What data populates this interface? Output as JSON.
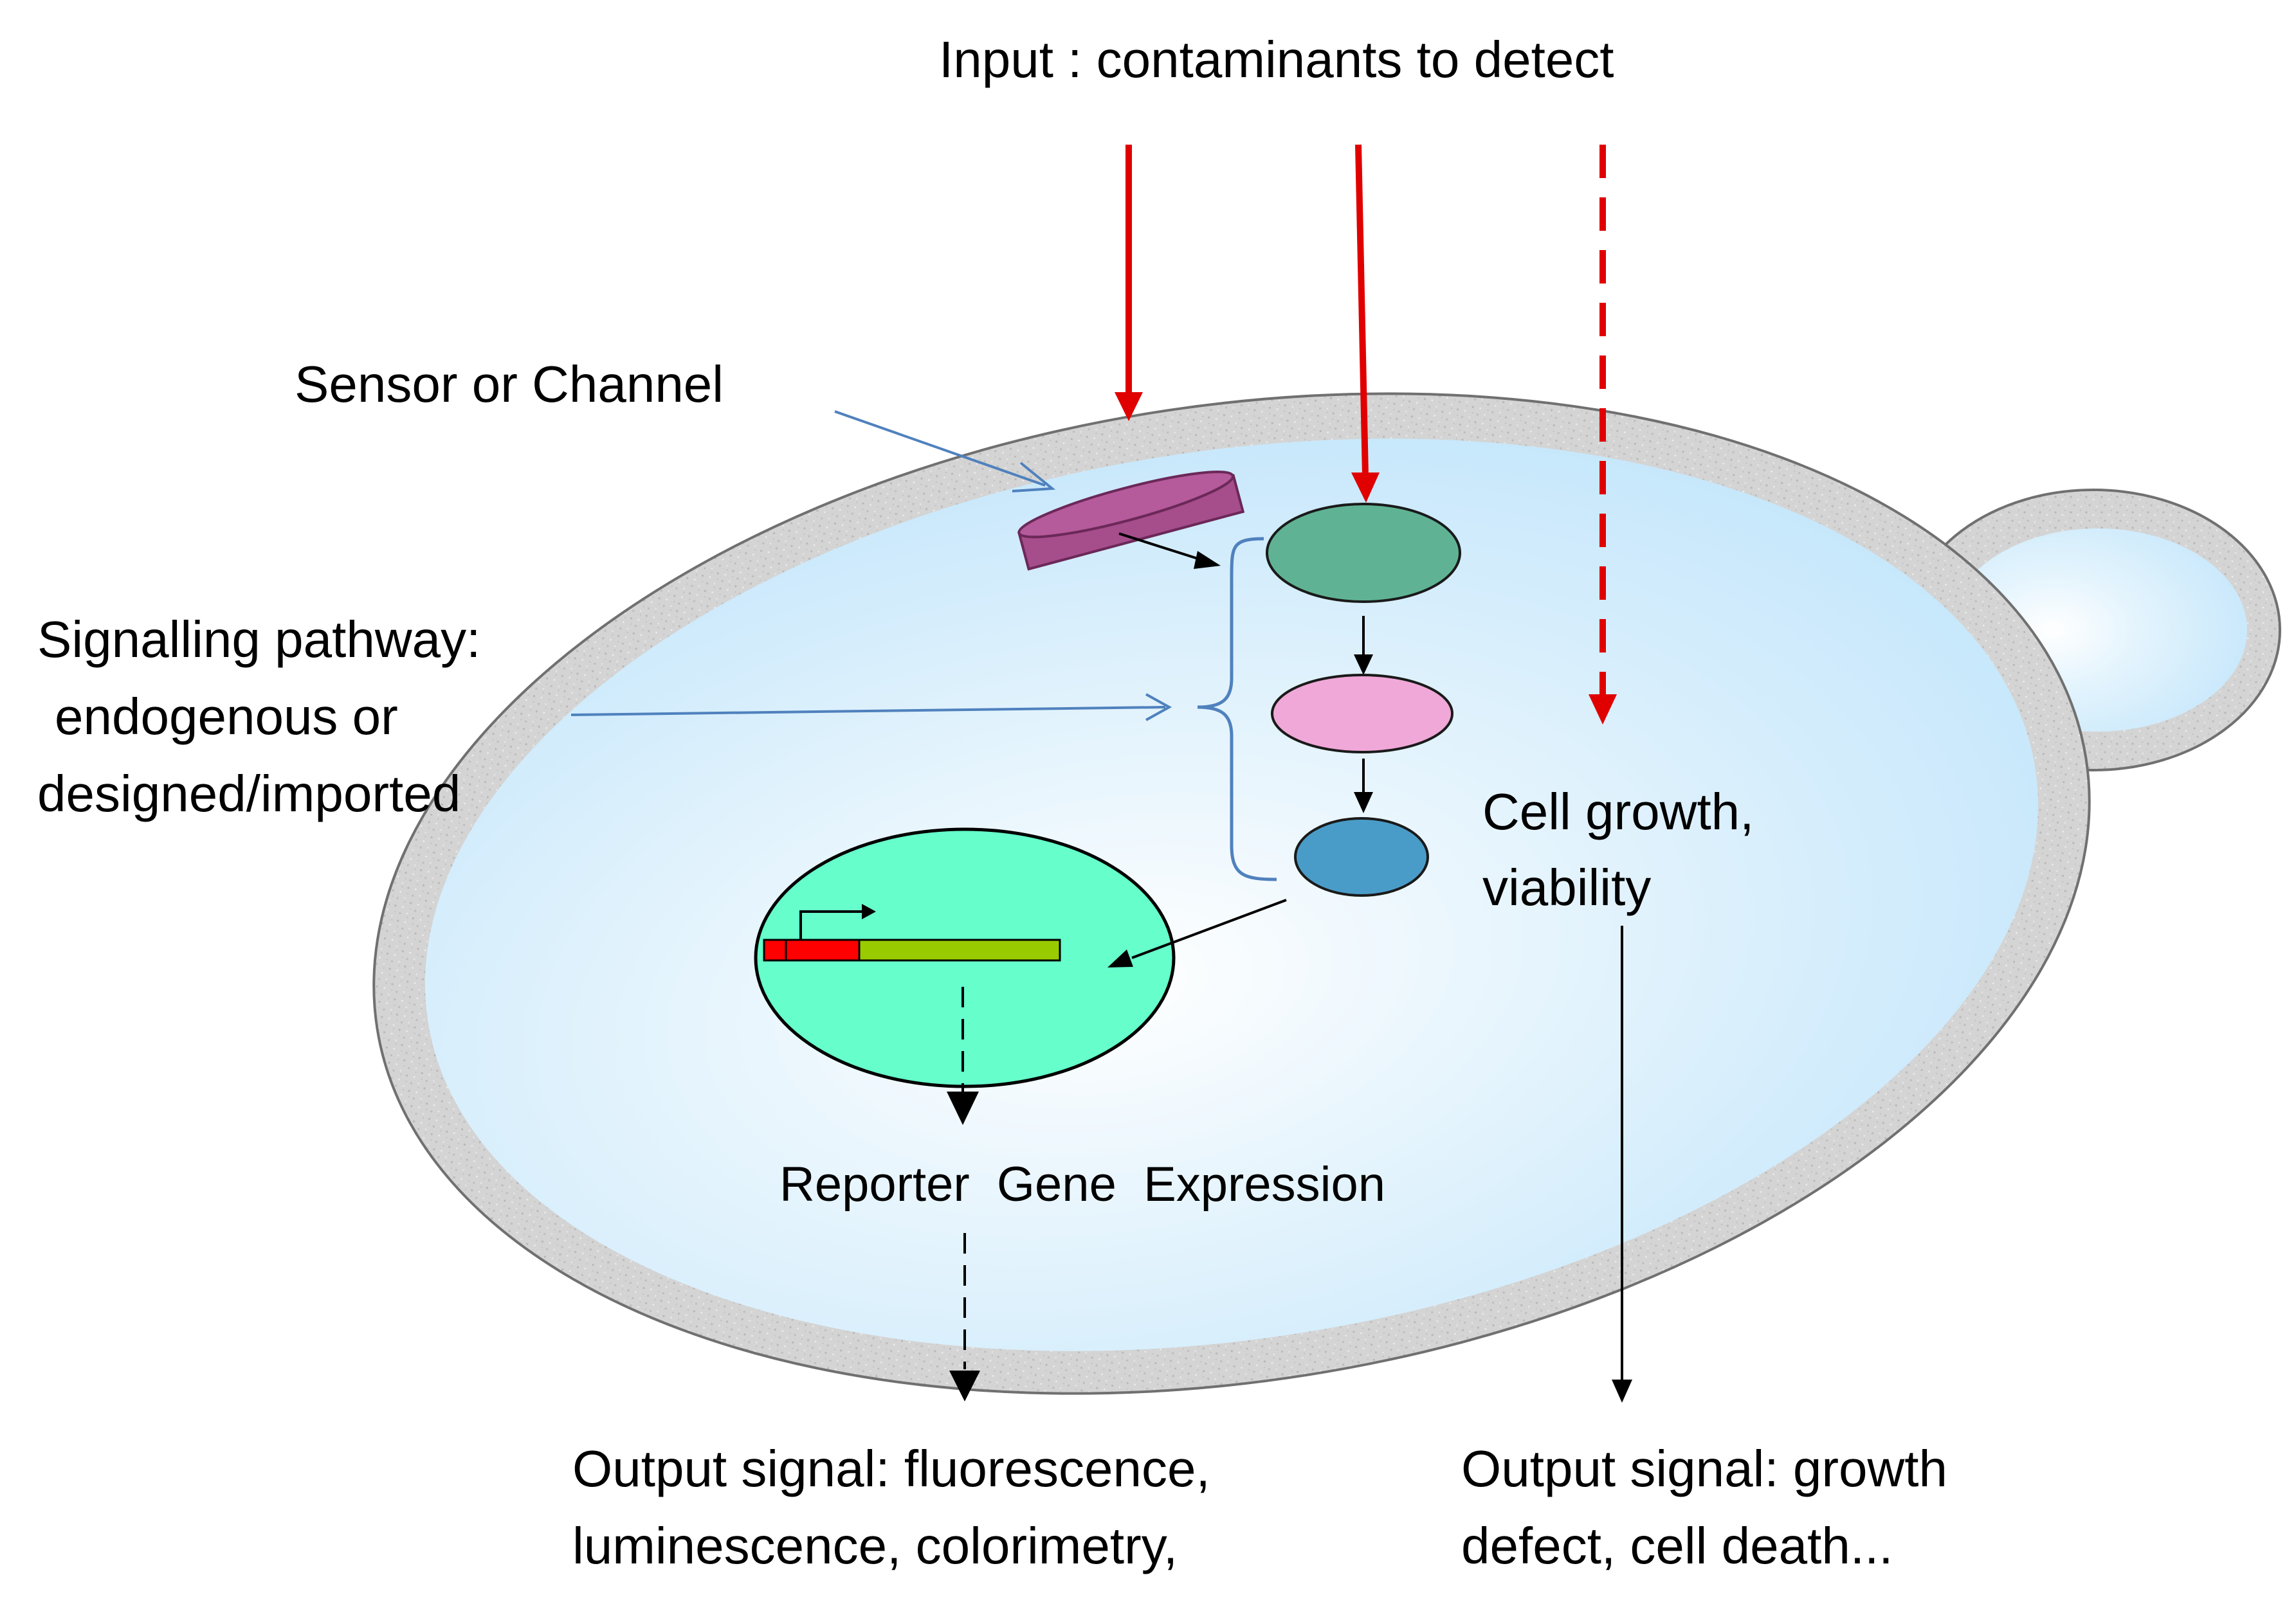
{
  "input_label": "Input : contaminants to detect",
  "sensor_label": "Sensor or Channel",
  "signalling": {
    "line1": "Signalling pathway:",
    "line2": "endogenous or",
    "line3": "designed/imported"
  },
  "cell_growth": {
    "line1": "Cell growth,",
    "line2": "viability"
  },
  "reporter_label": "Reporter  Gene  Expression",
  "output_left": {
    "line1": "Output signal: fluorescence,",
    "line2": "luminescence, colorimetry,"
  },
  "output_right": {
    "line1": "Output signal: growth",
    "line2": "defect, cell death..."
  },
  "colors": {
    "input_arrow": "#e00000",
    "pointer_line": "#4f81bd",
    "cell_wall": "#d4d4d4",
    "cytoplasm": "#c6e7fb",
    "sensor": "#a64d8c",
    "pathway_node_1": "#5fb394",
    "pathway_node_2": "#f0a8d8",
    "pathway_node_3": "#4a9cc8",
    "nucleus": "#66ffcc",
    "promoter": "#ff0000",
    "gene": "#99cc00"
  }
}
